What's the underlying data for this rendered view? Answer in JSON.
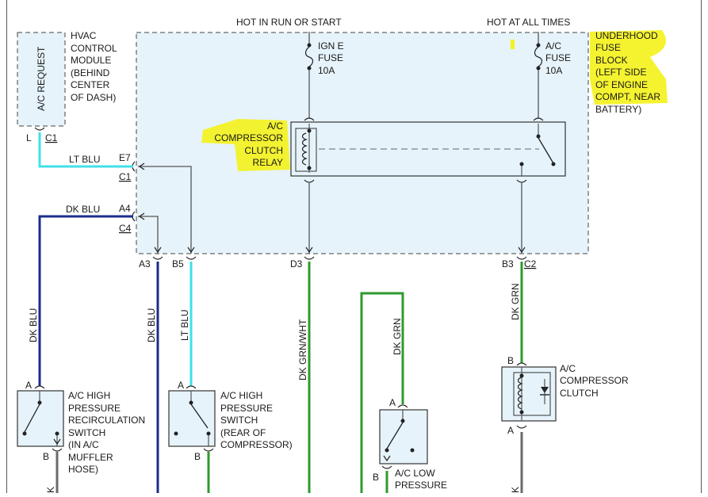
{
  "colors": {
    "lt_blu": "#40e0e8",
    "dk_blu": "#1a2e8a",
    "dk_grn": "#2e9a2e",
    "dk_grn_wht": "#2e9a2e",
    "gray": "#6a6a6a",
    "highlight": "#f4f21a",
    "block_fill": "#e6f3fa"
  },
  "header": {
    "hot_in_run": "HOT IN RUN OR START",
    "hot_at_all": "HOT AT ALL TIMES"
  },
  "hvac": {
    "request": "A/C REQUEST",
    "desc": [
      "HVAC",
      "CONTROL",
      "MODULE",
      "(BEHIND",
      "CENTER",
      "OF DASH)"
    ],
    "pin": "L",
    "conn": "C1"
  },
  "fuse_block": {
    "desc": [
      "UNDERHOOD",
      "FUSE",
      "BLOCK",
      "(LEFT SIDE",
      "OF ENGINE",
      "COMPT, NEAR",
      "BATTERY)"
    ]
  },
  "fuses": {
    "ign": [
      "IGN E",
      "FUSE",
      "10A"
    ],
    "ac": [
      "A/C",
      "FUSE",
      "10A"
    ]
  },
  "relay": {
    "label": [
      "A/C",
      "COMPRESSOR",
      "CLUTCH",
      "RELAY"
    ]
  },
  "terminals": {
    "e7": "E7",
    "c1": "C1",
    "a4": "A4",
    "c4": "C4",
    "a3": "A3",
    "b5": "B5",
    "d3": "D3",
    "b3": "B3",
    "c2": "C2"
  },
  "wires": {
    "lt_blu": "LT BLU",
    "dk_blu": "DK BLU",
    "dk_grn_wht": "DK GRN/WHT",
    "dk_grn": "DK GRN",
    "k_left": "K",
    "k_right": "K"
  },
  "components": {
    "recirc": {
      "desc": [
        "A/C HIGH",
        "PRESSURE",
        "RECIRCULATION",
        "SWITCH",
        "(IN A/C",
        "MUFFLER",
        "HOSE)"
      ],
      "pin_a": "A",
      "pin_b": "B"
    },
    "high_sw": {
      "desc": [
        "A/C HIGH",
        "PRESSURE",
        "SWITCH",
        "(REAR OF",
        "COMPRESSOR)"
      ],
      "pin_a": "A",
      "pin_b": "B"
    },
    "low_sw": {
      "desc": [
        "A/C LOW",
        "PRESSURE"
      ],
      "pin_a": "A",
      "pin_b": "B"
    },
    "clutch": {
      "desc": [
        "A/C",
        "COMPRESSOR",
        "CLUTCH"
      ],
      "pin_b": "B",
      "pin_a": "A"
    }
  }
}
